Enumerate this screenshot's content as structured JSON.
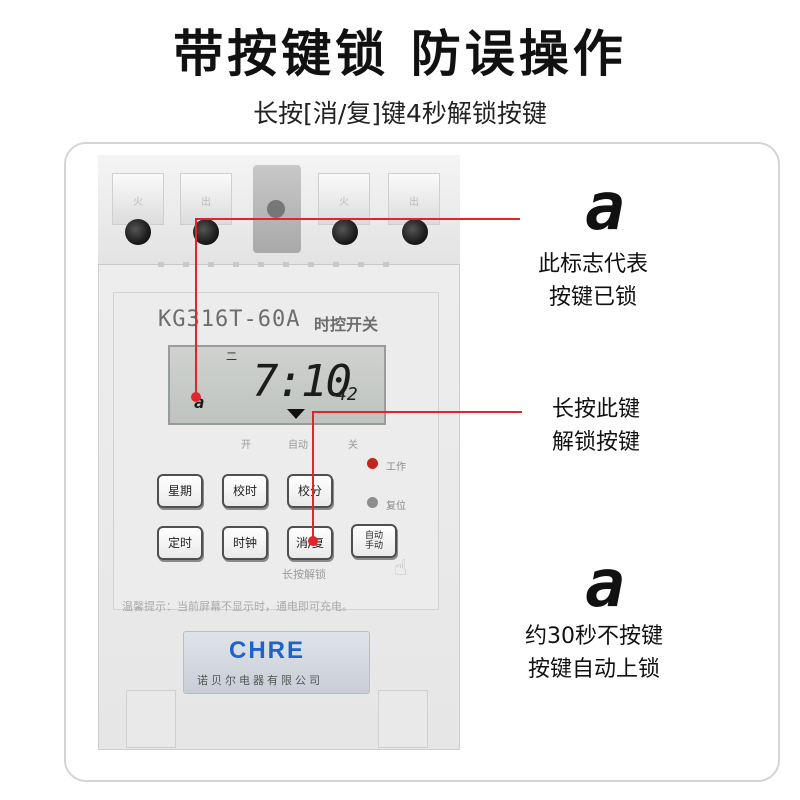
{
  "headline": "带按键锁 防误操作",
  "subline": "长按[消/复]键4秒解锁按键",
  "device": {
    "terminal_marks": [
      "火",
      "出",
      "火",
      "出"
    ],
    "model": "KG316T-60A",
    "model_sub": "时控开关",
    "lcd": {
      "week": "二",
      "time": "7:10",
      "seconds": "42",
      "lock_symbol": "a"
    },
    "modes": [
      "开",
      "自动",
      "关"
    ],
    "buttons_row1": [
      "星期",
      "校时",
      "校分"
    ],
    "buttons_row2": [
      "定时",
      "时钟",
      "消/复"
    ],
    "auto_button": {
      "line1": "自动",
      "line2": "手动"
    },
    "leds": {
      "work": "工作",
      "reset": "复位"
    },
    "long_press_hint": "长按解锁",
    "tip": "温馨提示：当前屏幕不显示时，通电即可充电。",
    "brand": "CHRE",
    "company": "诺贝尔电器有限公司"
  },
  "callouts": {
    "lock_glyph_1": "a",
    "lock_note_line1": "此标志代表",
    "lock_note_line2": "按键已锁",
    "key_note_line1": "长按此键",
    "key_note_line2": "解锁按键",
    "lock_glyph_2": "a",
    "auto_note_line1": "约30秒不按键",
    "auto_note_line2": "按键自动上锁"
  },
  "colors": {
    "callout": "#e0262b",
    "brand": "#1f63c9",
    "work_led": "#c0281f"
  }
}
